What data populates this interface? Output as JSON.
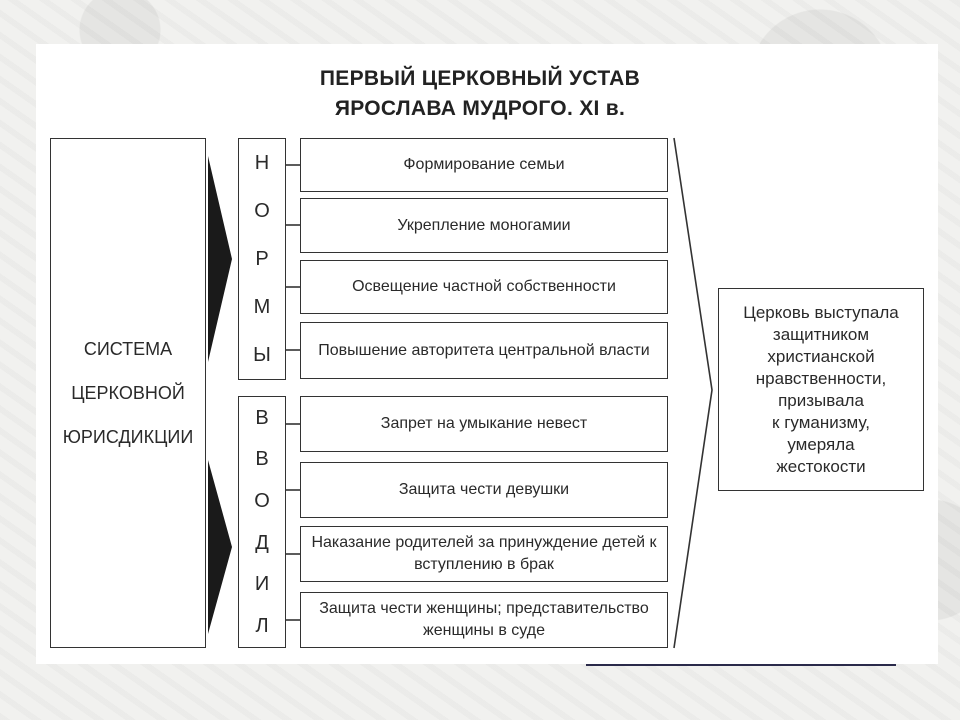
{
  "title": {
    "line1": "ПЕРВЫЙ ЦЕРКОВНЫЙ УСТАВ",
    "line2": "ЯРОСЛАВА МУДРОГО. XI в."
  },
  "left": {
    "lines": [
      "СИСТЕМА",
      "ЦЕРКОВНОЙ",
      "ЮРИСДИКЦИИ"
    ]
  },
  "norms": {
    "letters": [
      "Н",
      "О",
      "Р",
      "М",
      "Ы"
    ],
    "items": [
      "Формирование семьи",
      "Укрепление моногамии",
      "Освещение частной собственности",
      "Повышение авторитета центральной власти"
    ]
  },
  "introduced": {
    "letters": [
      "В",
      "В",
      "О",
      "Д",
      "И",
      "Л"
    ],
    "items": [
      "Запрет на умыкание невест",
      "Защита чести девушки",
      "Наказание родителей за принуждение детей к вступлению в брак",
      "Защита чести женщины; представительство женщины в суде"
    ]
  },
  "result": {
    "lines": [
      "Церковь выступала",
      "защитником",
      "христианской",
      "нравственности,",
      "призывала",
      "к гуманизму,",
      "умеряла",
      "жестокости"
    ]
  }
}
